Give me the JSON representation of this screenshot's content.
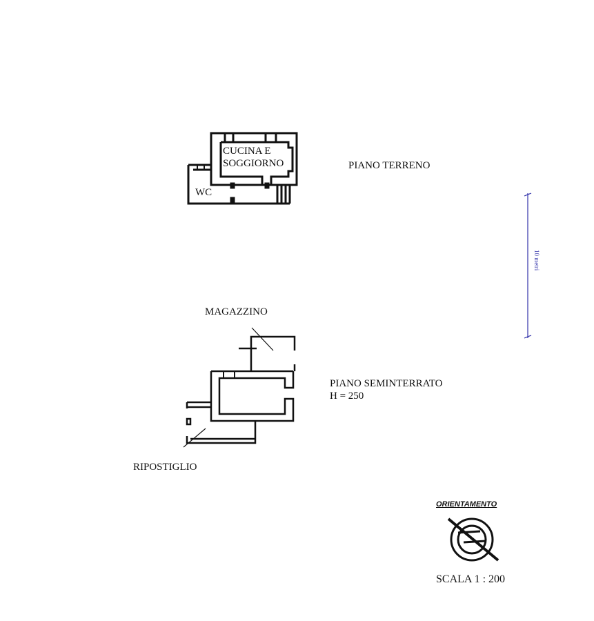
{
  "ground_floor": {
    "title": "PIANO TERRENO",
    "rooms": [
      "CUCINA E",
      "SOGGIORNO",
      "WC"
    ]
  },
  "basement": {
    "title": "PIANO SEMINTERRATO",
    "height": "H = 250",
    "rooms": [
      "MAGAZZINO",
      "RIPOSTIGLIO"
    ]
  },
  "scale_bar": {
    "label": "10 metri",
    "color": "#3333aa"
  },
  "orientation": {
    "label": "ORIENTAMENTO"
  },
  "scale": "SCALA 1 : 200"
}
